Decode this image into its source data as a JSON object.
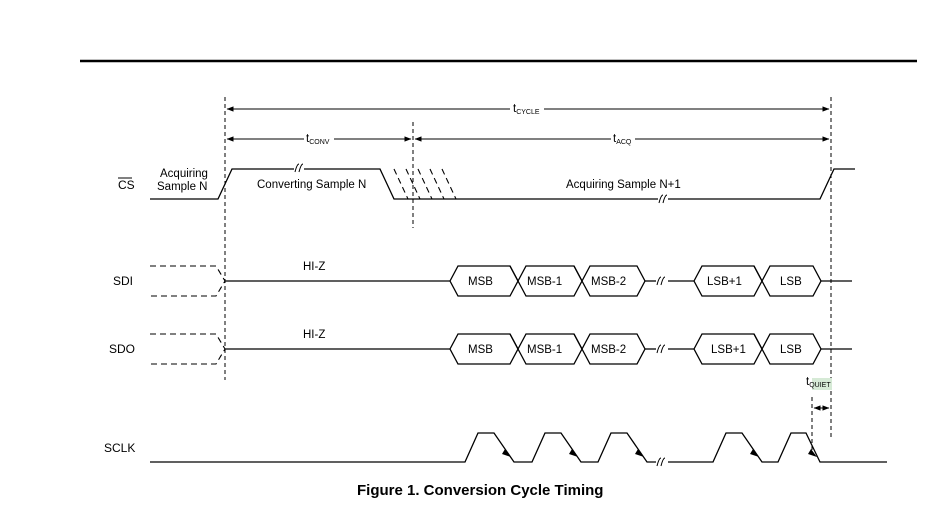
{
  "signals": {
    "cs": "CS",
    "sdi": "SDI",
    "sdo": "SDO",
    "sclk": "SCLK"
  },
  "timing": {
    "t_cycle": {
      "main": "t",
      "sub": "CYCLE"
    },
    "t_conv": {
      "main": "t",
      "sub": "CONV"
    },
    "t_acq": {
      "main": "t",
      "sub": "ACQ"
    },
    "t_quiet": {
      "main": "t",
      "sub": "QUIET"
    }
  },
  "cs_labels": {
    "acquiring_line1": "Acquiring",
    "acquiring_line2": "Sample N",
    "converting": "Converting Sample N",
    "acquiring_next": "Acquiring Sample N+1"
  },
  "sdi": {
    "hiz": "HI-Z",
    "bits": [
      "MSB",
      "MSB-1",
      "MSB-2",
      "LSB+1",
      "LSB"
    ]
  },
  "sdo": {
    "hiz": "HI-Z",
    "bits": [
      "MSB",
      "MSB-1",
      "MSB-2",
      "LSB+1",
      "LSB"
    ]
  },
  "caption": "Figure 1.  Conversion Cycle Timing",
  "colors": {
    "tquiet_highlight": "#d6ead6"
  }
}
